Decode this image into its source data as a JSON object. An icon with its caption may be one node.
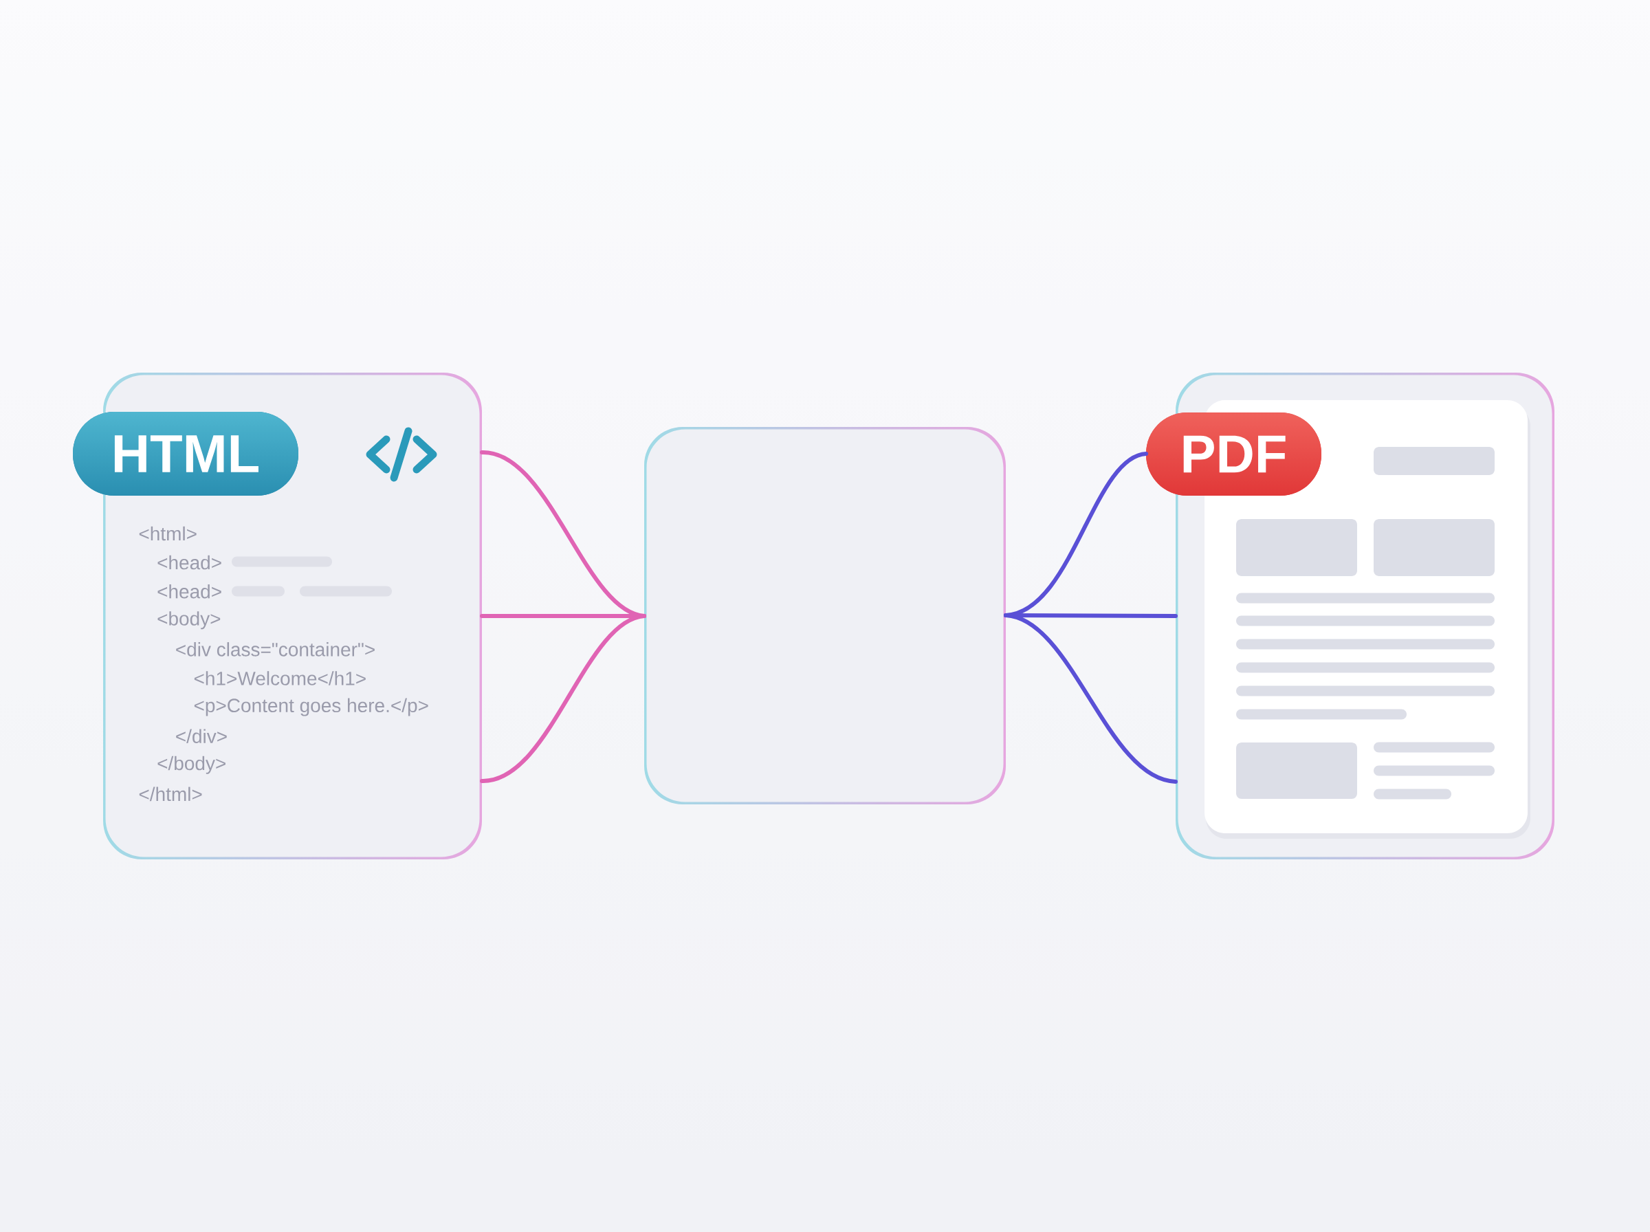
{
  "diagram": {
    "nodes": [
      {
        "text": [
          "<html>",
          "<head>",
          "<head>",
          "<body>",
          "<div class=\"container\">",
          "<h1>Welcome</h1>",
          "<p>Content goes here.</p>",
          "</div>",
          "</body>",
          "</html>"
        ]
      },
      {
        "text": [
          "HTML"
        ]
      },
      {
        "text": [],
        "shape": "box"
      },
      {
        "text": [],
        "shape": "box"
      },
      {
        "text": [
          "PDF"
        ]
      }
    ],
    "edges": [
      {
        "from": 0,
        "to": 2,
        "arrow": "none",
        "color": "#e064b4"
      },
      {
        "from": 0,
        "to": 2,
        "arrow": "none",
        "color": "#e064b4"
      },
      {
        "from": 0,
        "to": 2,
        "arrow": "none",
        "color": "#e064b4"
      },
      {
        "from": 2,
        "to": 4,
        "arrow": "none",
        "color": "#5a50d6"
      },
      {
        "from": 2,
        "to": 3,
        "arrow": "none",
        "color": "#5a50d6"
      },
      {
        "from": 2,
        "to": 3,
        "arrow": "none",
        "color": "#5a50d6"
      }
    ]
  }
}
